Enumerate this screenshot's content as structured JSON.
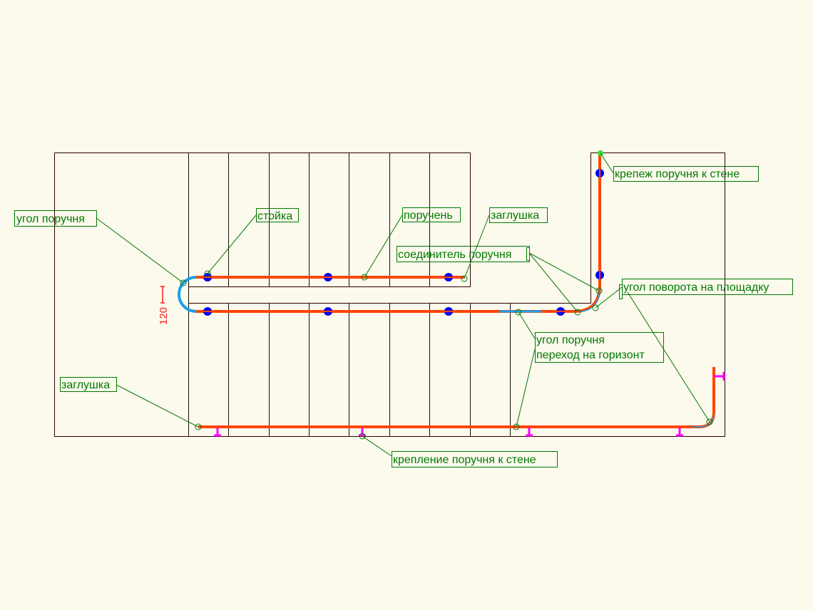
{
  "colors": {
    "background": "#fcf9ed",
    "handrail": "#ff4500",
    "handrail_turn": "#1aa0f0",
    "post": "#0000ee",
    "callout": "#007a00",
    "bracket": "#ff00ff",
    "dimension": "#ff1a1a"
  },
  "dimension": {
    "value": "120"
  },
  "labels": {
    "corner_left": "угол поручня",
    "post": "стойка",
    "handrail": "поручень",
    "end_cap_top": "заглушка",
    "connector": "соединитель поручня",
    "wall_mount_top": "крепеж поручня к стене",
    "landing_turn": "угол поворота на площадку",
    "corner_horizontal_line1": "угол поручня",
    "corner_horizontal_line2": "переход на горизонт",
    "end_cap_bottom": "заглушка",
    "wall_mount_bottom": "крепление поручня к стене"
  }
}
